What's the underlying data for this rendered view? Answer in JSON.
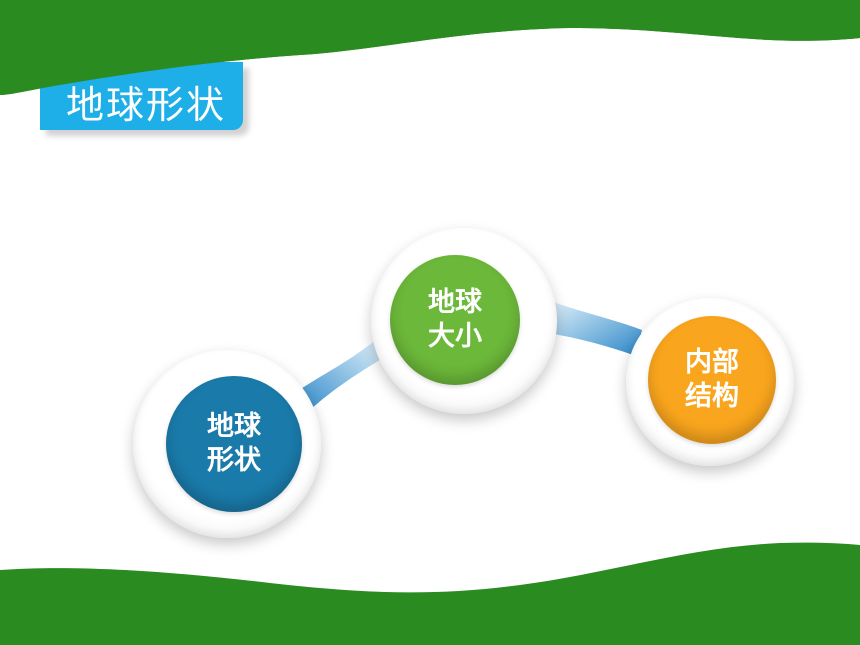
{
  "title": "地球形状",
  "colors": {
    "green": "#2a8b21",
    "blue_tab": "#1eaee8",
    "shape_disc": "#1a7aa9",
    "size_disc": "#6cb83a",
    "structure_disc": "#f9a51d"
  },
  "nodes": [
    {
      "line1": "地球",
      "line2": "形状"
    },
    {
      "line1": "地球",
      "line2": "大小"
    },
    {
      "line1": "内部",
      "line2": "结构"
    }
  ]
}
